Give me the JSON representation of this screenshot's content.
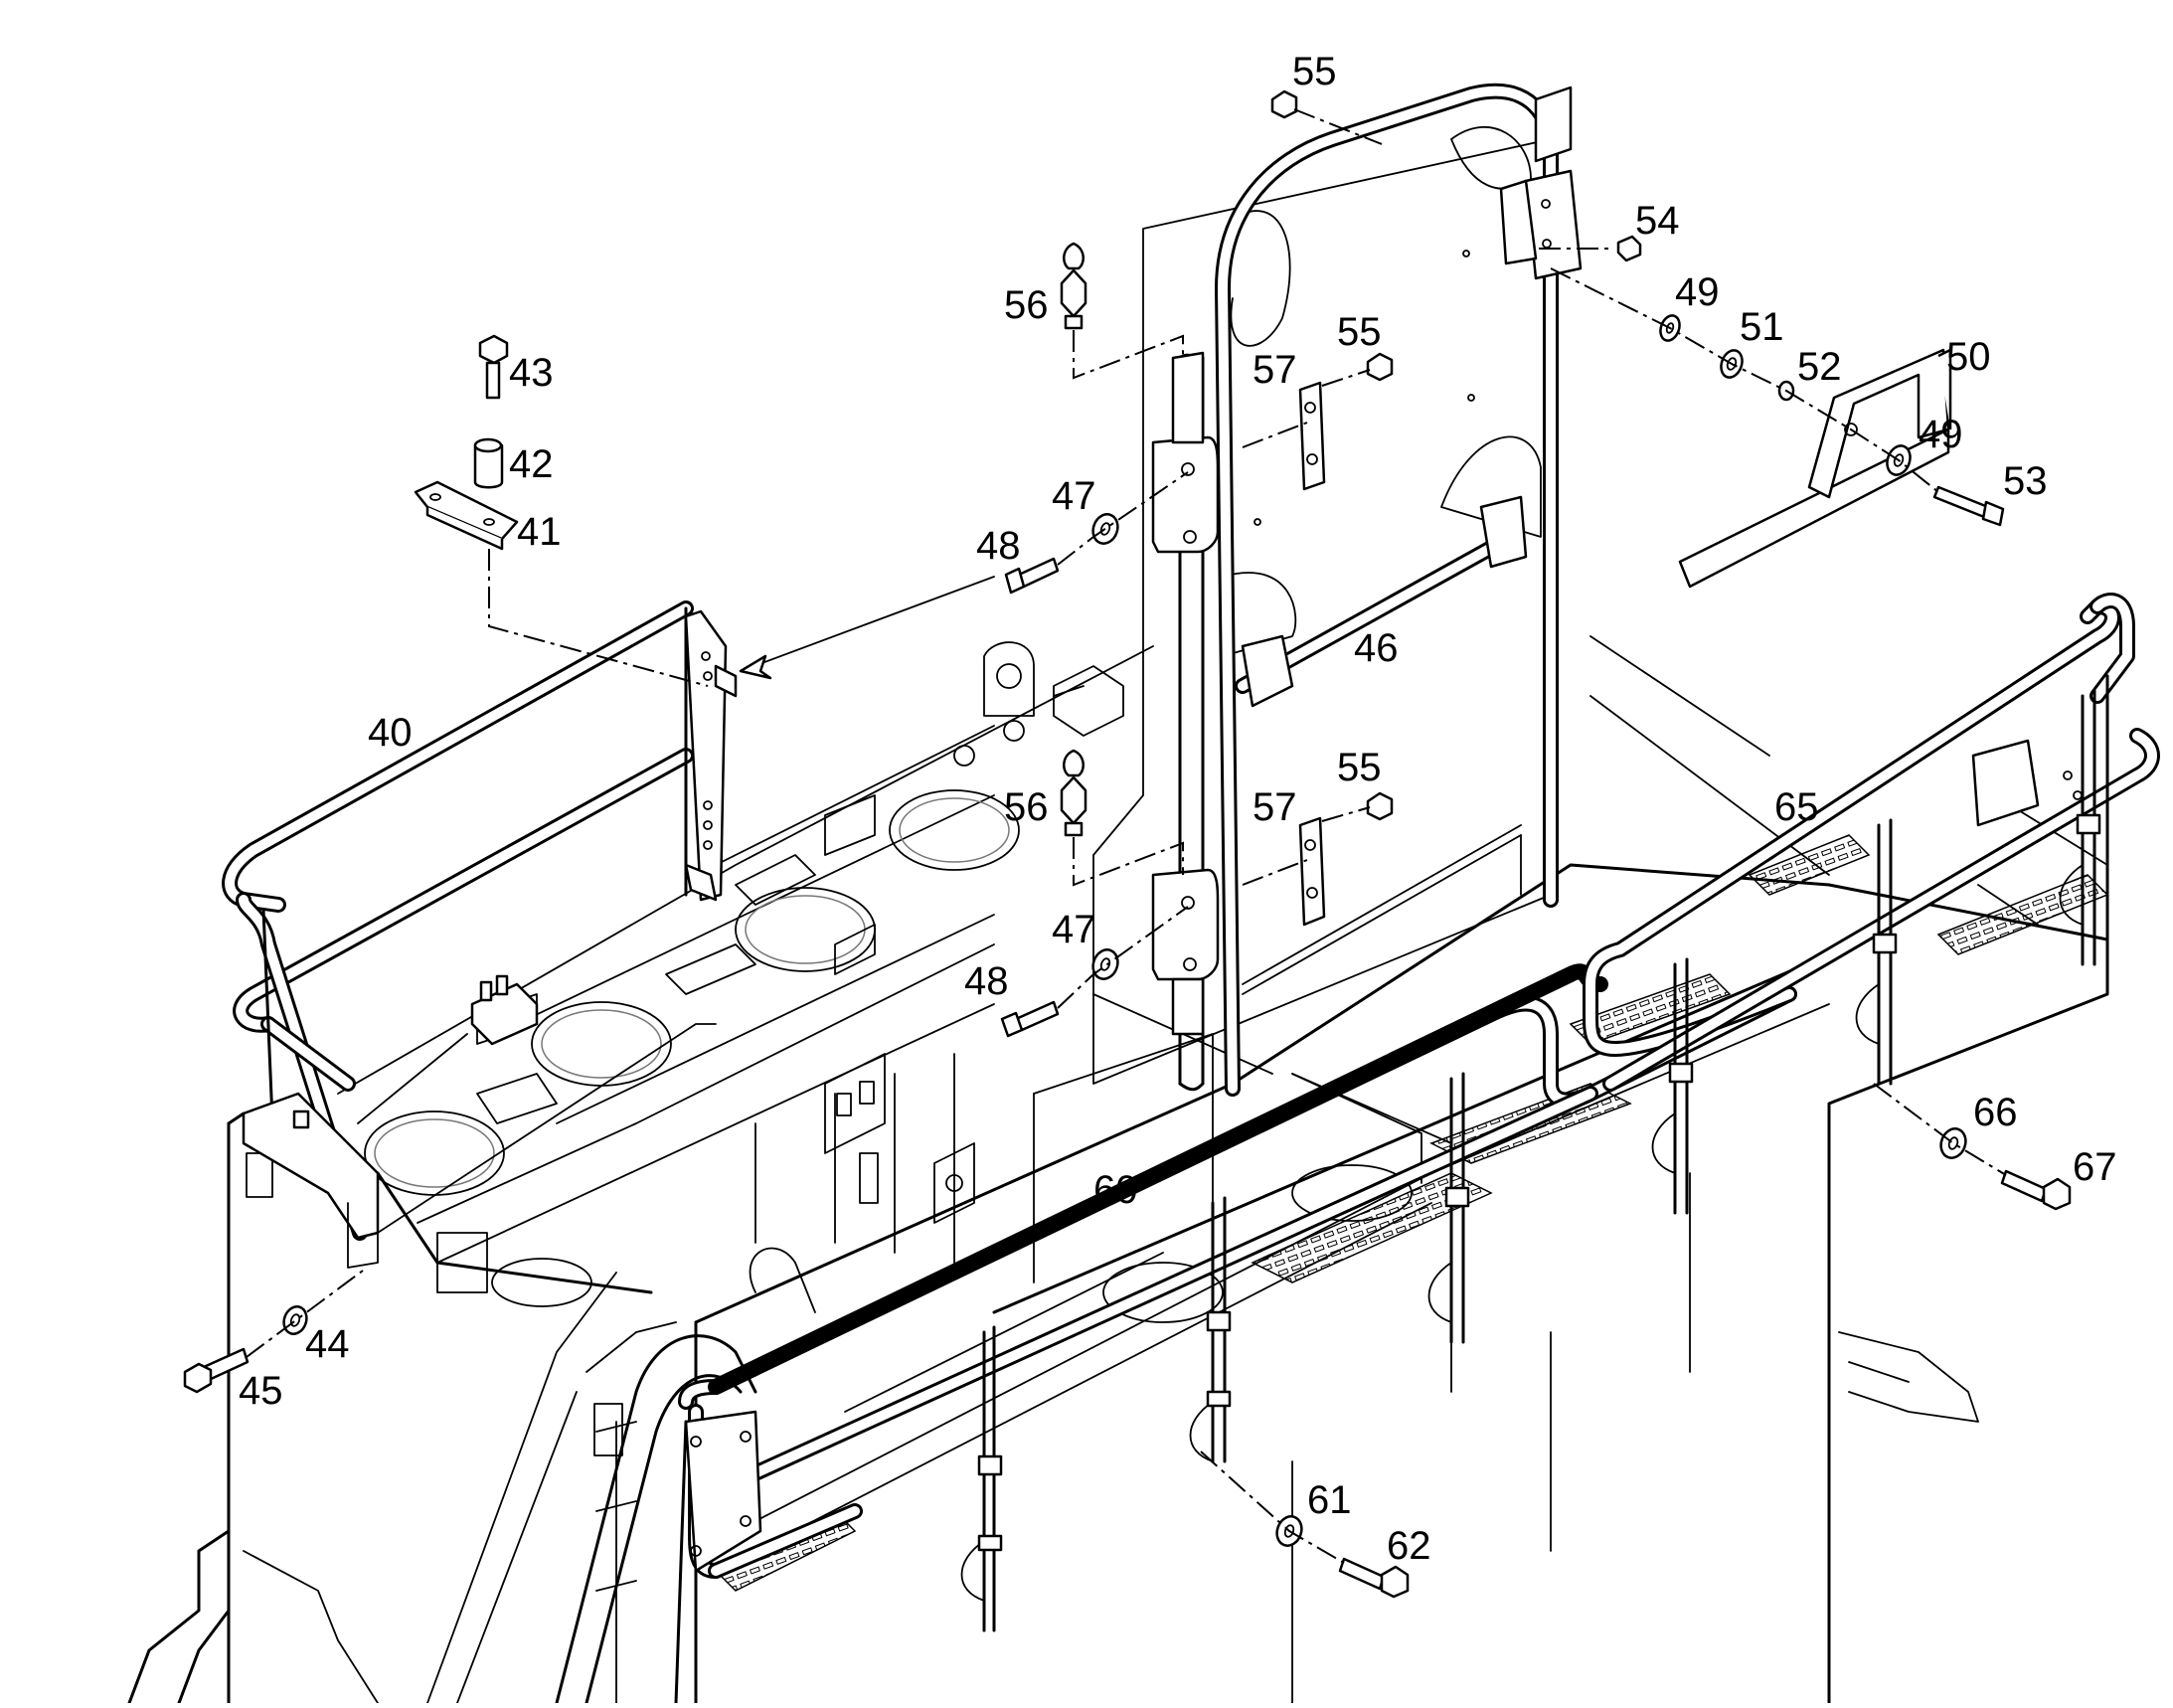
{
  "callouts": [
    {
      "id": "c55a",
      "text": "55"
    },
    {
      "id": "c54",
      "text": "54"
    },
    {
      "id": "c56a",
      "text": "56"
    },
    {
      "id": "c55b",
      "text": "55"
    },
    {
      "id": "c49a",
      "text": "49"
    },
    {
      "id": "c51",
      "text": "51"
    },
    {
      "id": "c52",
      "text": "52"
    },
    {
      "id": "c50",
      "text": "50"
    },
    {
      "id": "c43",
      "text": "43"
    },
    {
      "id": "c57a",
      "text": "57"
    },
    {
      "id": "c42",
      "text": "42"
    },
    {
      "id": "c49b",
      "text": "49"
    },
    {
      "id": "c53",
      "text": "53"
    },
    {
      "id": "c47a",
      "text": "47"
    },
    {
      "id": "c41",
      "text": "41"
    },
    {
      "id": "c48a",
      "text": "48"
    },
    {
      "id": "c46",
      "text": "46"
    },
    {
      "id": "c40",
      "text": "40"
    },
    {
      "id": "c55c",
      "text": "55"
    },
    {
      "id": "c56b",
      "text": "56"
    },
    {
      "id": "c57b",
      "text": "57"
    },
    {
      "id": "c65",
      "text": "65"
    },
    {
      "id": "c47b",
      "text": "47"
    },
    {
      "id": "c48b",
      "text": "48"
    },
    {
      "id": "c66",
      "text": "66"
    },
    {
      "id": "c67",
      "text": "67"
    },
    {
      "id": "c60",
      "text": "60"
    },
    {
      "id": "c44",
      "text": "44"
    },
    {
      "id": "c45",
      "text": "45"
    },
    {
      "id": "c61",
      "text": "61"
    },
    {
      "id": "c62",
      "text": "62"
    }
  ],
  "colors": {
    "line": "#000000",
    "background": "#ffffff",
    "detail": "#777777"
  }
}
